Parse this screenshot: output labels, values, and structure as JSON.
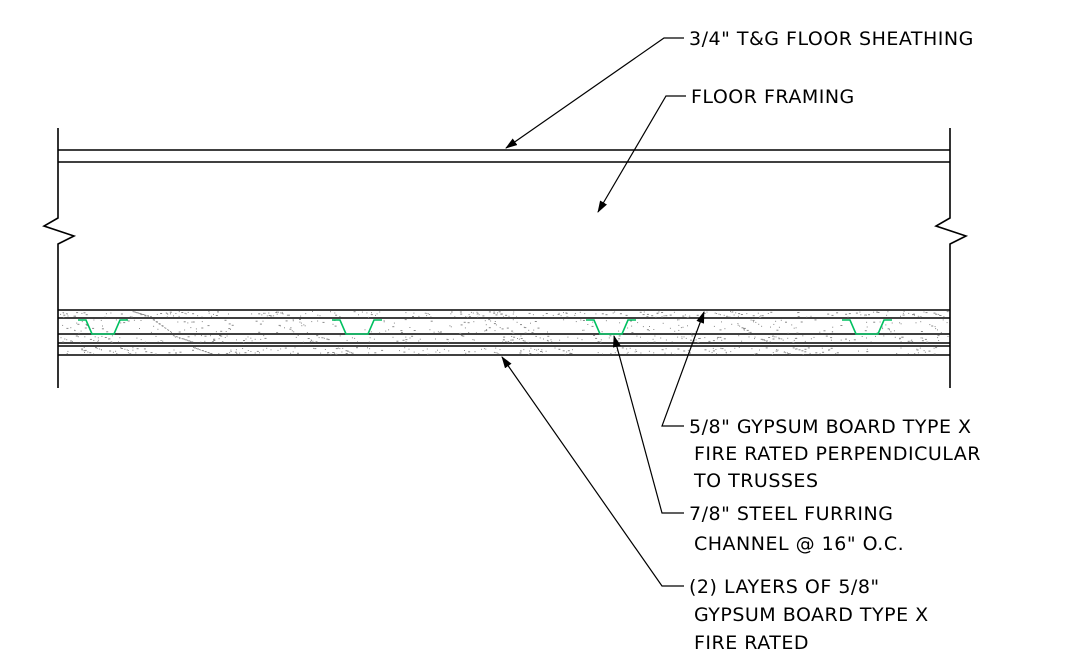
{
  "labels": {
    "sheathing": "3/4\" T&G FLOOR SHEATHING",
    "framing": "FLOOR FRAMING",
    "gypsum_single": [
      "5/8\" GYPSUM BOARD TYPE X",
      "FIRE RATED PERPENDICULAR",
      "TO TRUSSES"
    ],
    "furring": [
      "7/8\" STEEL FURRING",
      "CHANNEL @ 16\" O.C."
    ],
    "gypsum_double": [
      "(2) LAYERS OF 5/8\"",
      "GYPSUM BOARD TYPE X",
      "FIRE RATED"
    ]
  },
  "colors": {
    "linework": "#000000",
    "furring_channel": "#00c060",
    "gypsum_stipple": "#8a8a8a"
  }
}
